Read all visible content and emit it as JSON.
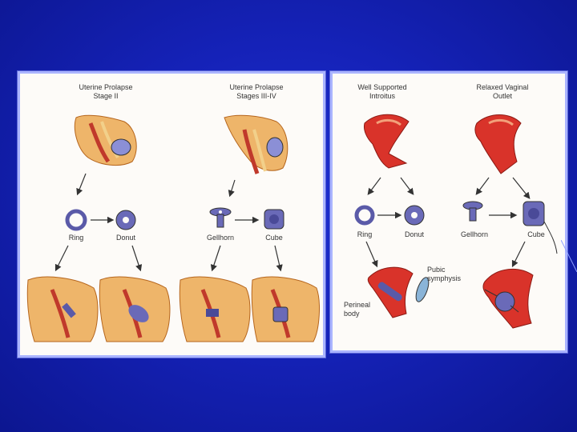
{
  "left_panel": {
    "title_stage2": "Uterine Prolapse\nStage II",
    "title_stage34": "Uterine Prolapse\nStages III-IV",
    "pessaries": [
      "Ring",
      "Donut",
      "Gellhorn",
      "Cube"
    ]
  },
  "right_panel": {
    "title_supported": "Well Supported\nIntroitus",
    "title_relaxed": "Relaxed Vaginal\nOutlet",
    "pessaries": [
      "Ring",
      "Donut",
      "Gellhorn",
      "Cube"
    ],
    "annotation_pubic": "Pubic\nsymphysis",
    "annotation_perineal": "Perineal\nbody"
  },
  "colors": {
    "background": "#1522b8",
    "panel_border": "#aab4ff",
    "tissue": "#e8a64a",
    "tissue_red": "#d9332a",
    "pessary": "#6a6ab8"
  },
  "icons": {
    "ring": "ring-pessary-icon",
    "donut": "donut-pessary-icon",
    "gellhorn": "gellhorn-pessary-icon",
    "cube": "cube-pessary-icon"
  }
}
